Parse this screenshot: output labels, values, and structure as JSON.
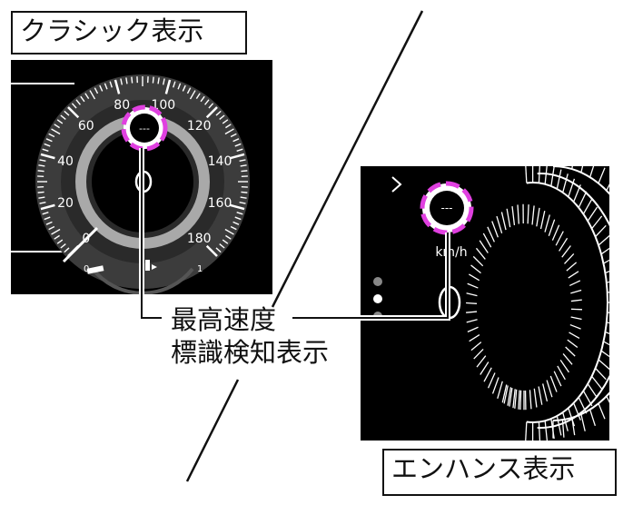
{
  "labels": {
    "classic": "クラシック表示",
    "enhance": "エンハンス表示"
  },
  "caption": {
    "line1": "最高速度",
    "line2": "標識検知表示"
  },
  "classic": {
    "speed_ticks": [
      "0",
      "20",
      "40",
      "60",
      "80",
      "100",
      "120",
      "140",
      "160",
      "180"
    ],
    "sign_text": "---",
    "fuel_empty": "0",
    "fuel_full": "1"
  },
  "enhance": {
    "sign_text": "---",
    "unit": "km/h",
    "chevron": "›"
  },
  "colors": {
    "highlight": "#e040e0",
    "ring_gray": "#a9a9a9",
    "panel_bg": "#000000",
    "line": "#111111"
  },
  "icons": [
    "speed-limit-sign-icon",
    "chevron-right-icon",
    "fuel-gauge-icon",
    "page-indicator-dots"
  ]
}
